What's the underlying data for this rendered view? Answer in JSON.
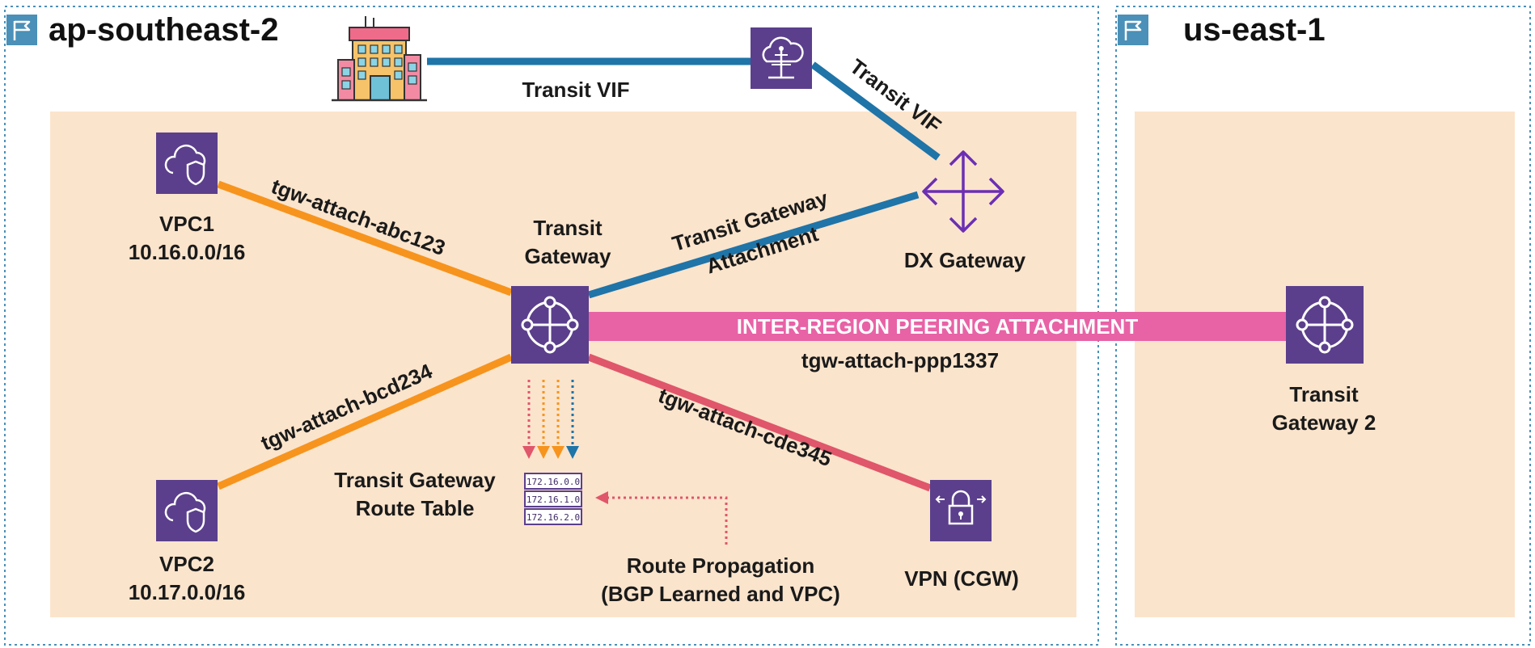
{
  "regions": {
    "left": {
      "title": "ap-southeast-2"
    },
    "right": {
      "title": "us-east-1"
    }
  },
  "nodes": {
    "vpc1": {
      "name": "VPC1",
      "cidr": "10.16.0.0/16",
      "icon": "vpc-shield-icon"
    },
    "vpc2": {
      "name": "VPC2",
      "cidr": "10.17.0.0/16",
      "icon": "vpc-shield-icon"
    },
    "tgw": {
      "line1": "Transit",
      "line2": "Gateway",
      "icon": "transit-gateway-icon"
    },
    "tgw2": {
      "line1": "Transit",
      "line2": "Gateway 2",
      "icon": "transit-gateway-icon"
    },
    "dxgw": {
      "name": "DX Gateway",
      "icon": "dx-gateway-icon"
    },
    "vpn": {
      "name": "VPN (CGW)",
      "icon": "vpn-lock-icon"
    },
    "onprem": {
      "icon": "office-building-icon"
    },
    "dx_location": {
      "icon": "direct-connect-icon"
    },
    "route_table": {
      "line1": "Transit Gateway",
      "line2": "Route Table",
      "routes": [
        "172.16.0.0",
        "172.16.1.0",
        "172.16.2.0"
      ]
    }
  },
  "links": {
    "vif_horizontal": "Transit VIF",
    "vif_diagonal": "Transit VIF",
    "vpc1_attach": "tgw-attach-abc123",
    "vpc2_attach": "tgw-attach-bcd234",
    "vpn_attach": "tgw-attach-cde345",
    "dx_attach_line1": "Transit Gateway",
    "dx_attach_line2": "Attachment",
    "peering_title": "INTER-REGION PEERING ATTACHMENT",
    "peering_attach": "tgw-attach-ppp1337"
  },
  "annotations": {
    "propagation_line1": "Route Propagation",
    "propagation_line2": "(BGP Learned and VPC)"
  },
  "colors": {
    "vpc_link": "#f7941d",
    "vif_link": "#1f74a8",
    "vpn_link": "#e0566b",
    "peering_link": "#e862a6",
    "aws_icon_bg": "#5b3f8c",
    "dx_gateway": "#6b2fb3",
    "region_fill": "#fbe4cc",
    "region_border": "#4a90b8"
  }
}
